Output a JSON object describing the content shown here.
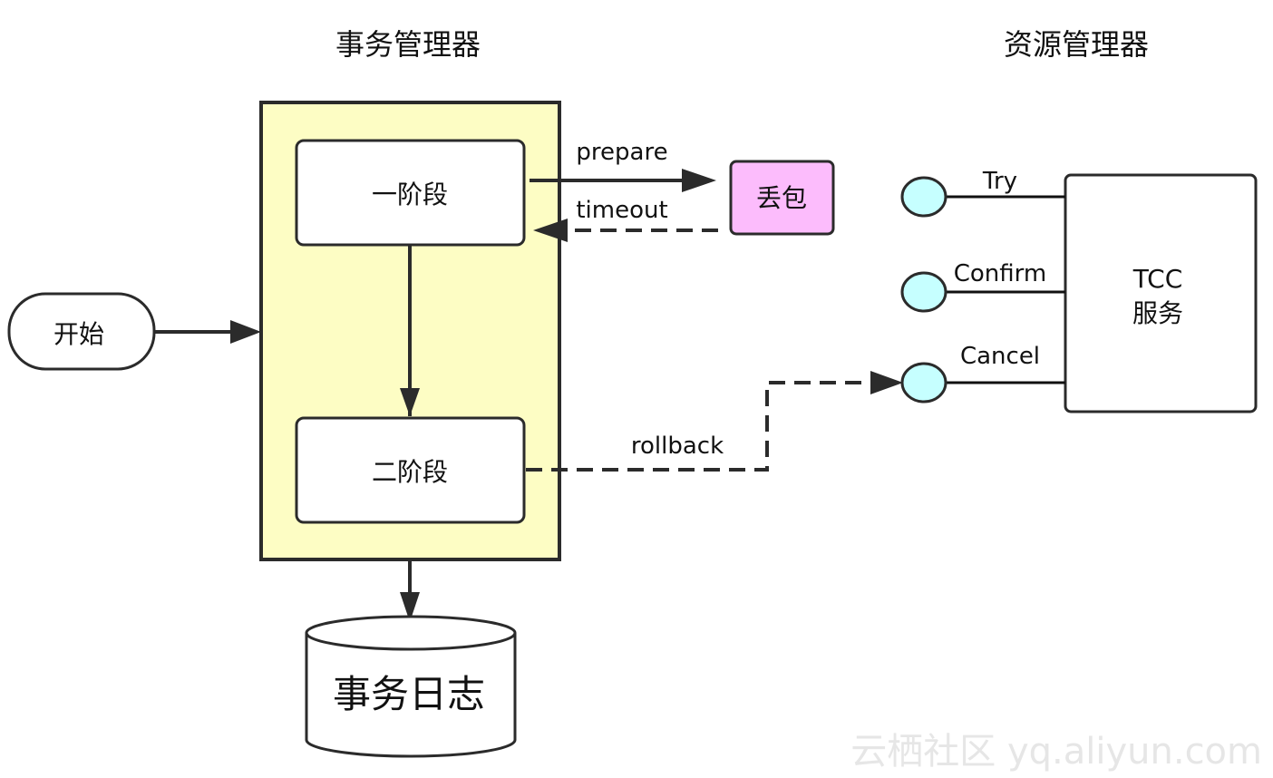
{
  "headers": {
    "transaction_manager": "事务管理器",
    "resource_manager": "资源管理器"
  },
  "nodes": {
    "start": "开始",
    "phase_one": "一阶段",
    "phase_two": "二阶段",
    "packet_loss": "丢包",
    "transaction_log": "事务日志",
    "tcc_service_line1": "TCC",
    "tcc_service_line2": "服务"
  },
  "edges": {
    "prepare": "prepare",
    "timeout": "timeout",
    "rollback": "rollback"
  },
  "interfaces": {
    "try": "Try",
    "confirm": "Confirm",
    "cancel": "Cancel"
  },
  "watermark": "云栖社区 yq.aliyun.com",
  "colors": {
    "manager_fill": "#fdfdc4",
    "packet_loss_fill": "#fcbcfc",
    "interface_fill": "#c6ffff",
    "stroke": "#2b2b2b"
  }
}
